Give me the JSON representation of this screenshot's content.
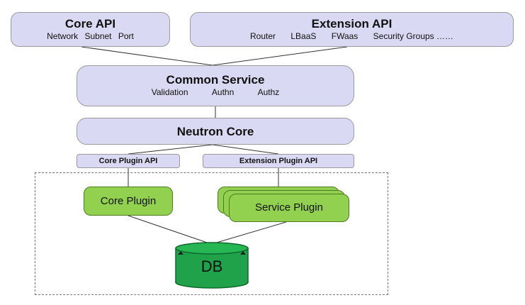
{
  "core_api": {
    "title": "Core API",
    "items": [
      "Network",
      "Subnet",
      "Port"
    ]
  },
  "extension_api": {
    "title": "Extension API",
    "items": [
      "Router",
      "LBaaS",
      "FWaas",
      "Security Groups ……"
    ]
  },
  "common_service": {
    "title": "Common Service",
    "items": [
      "Validation",
      "Authn",
      "Authz"
    ]
  },
  "neutron_core": {
    "title": "Neutron Core"
  },
  "core_plugin_api": {
    "label": "Core Plugin API"
  },
  "extension_plugin_api": {
    "label": "Extension Plugin API"
  },
  "core_plugin": {
    "label": "Core Plugin"
  },
  "service_plugin": {
    "label": "Service Plugin"
  },
  "db": {
    "label": "DB"
  },
  "colors": {
    "api_box": "#d9d9f3",
    "plugin": "#92d050",
    "db": "#1fa24a"
  }
}
